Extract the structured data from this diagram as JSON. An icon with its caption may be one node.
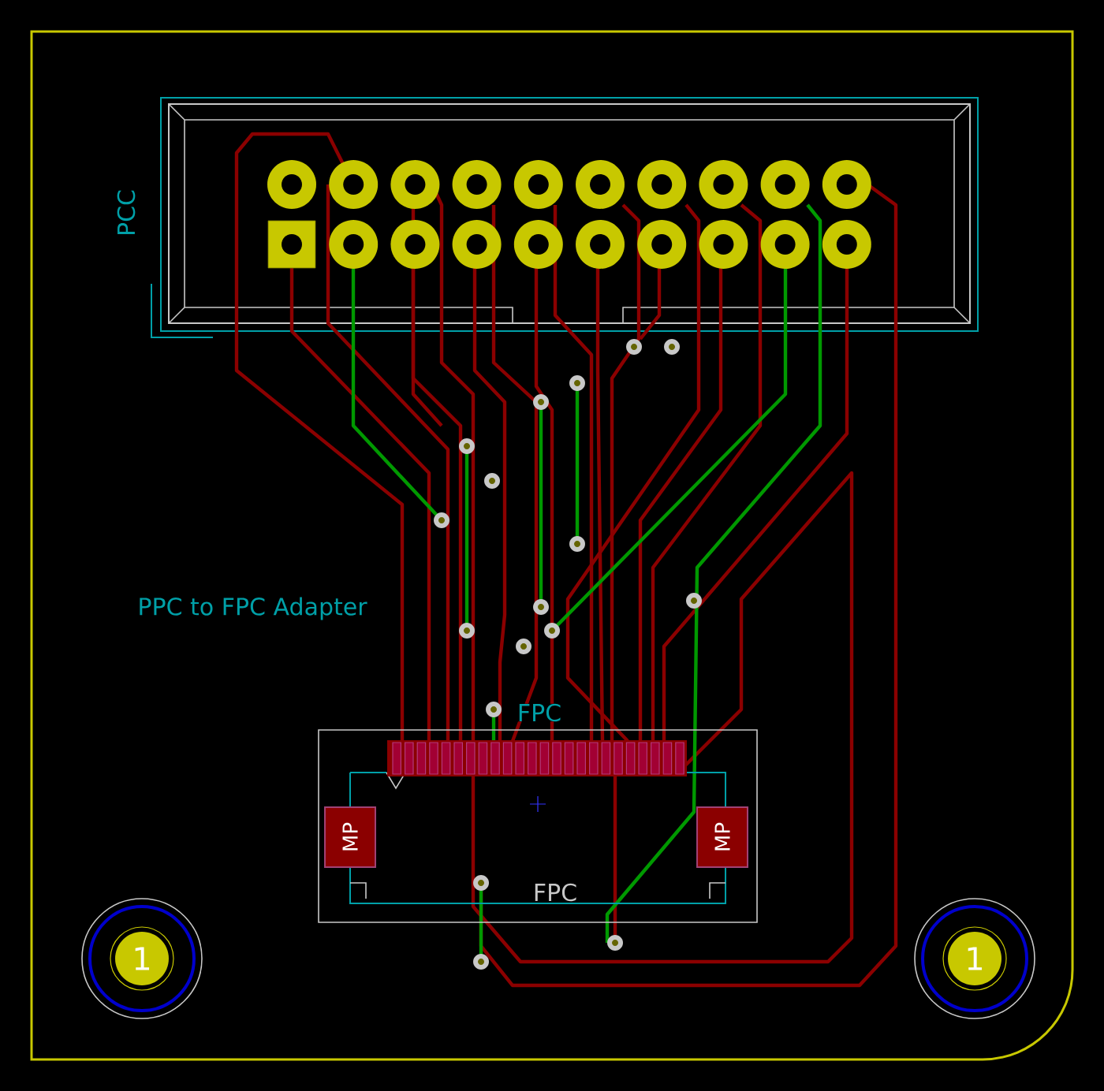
{
  "diagram": {
    "labels": [
      "PCC",
      "PPC to FPC Adapter",
      "FPC",
      "MP",
      "MP",
      "FPC",
      "1",
      "1"
    ]
  }
}
